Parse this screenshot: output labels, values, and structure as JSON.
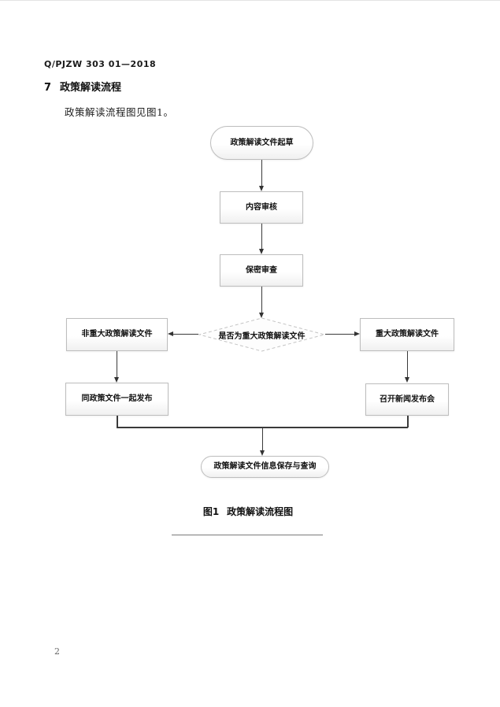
{
  "page": {
    "header_code": "Q/PJZW 303 01—2018",
    "section_number": "7",
    "section_title": "政策解读流程",
    "intro_text": "政策解读流程图见图1。",
    "page_number": "2"
  },
  "figure": {
    "type": "flowchart",
    "caption_label": "图1",
    "caption_title": "政策解读流程图",
    "nodes": {
      "start": "政策解读文件起草",
      "content_review": "内容审核",
      "secrecy_review": "保密审查",
      "decision": "是否为重大政策解读文件",
      "non_major": "非重大政策解读文件",
      "major": "重大政策解读文件",
      "publish_with_policy": "同政策文件一起发布",
      "press_conference": "召开新闻发布会",
      "end": "政策解读文件信息保存与查询"
    },
    "edges": [
      {
        "from": "start",
        "to": "content_review"
      },
      {
        "from": "content_review",
        "to": "secrecy_review"
      },
      {
        "from": "secrecy_review",
        "to": "decision"
      },
      {
        "from": "decision",
        "to": "non_major"
      },
      {
        "from": "decision",
        "to": "major"
      },
      {
        "from": "non_major",
        "to": "publish_with_policy"
      },
      {
        "from": "major",
        "to": "press_conference"
      },
      {
        "from": "publish_with_policy",
        "to": "end"
      },
      {
        "from": "press_conference",
        "to": "end"
      }
    ],
    "colors": {
      "node_border": "#bdbdbd",
      "connector": "#3a3a3a",
      "node_fill_top": "#ffffff",
      "node_fill_bottom": "#f0f0f0"
    }
  }
}
